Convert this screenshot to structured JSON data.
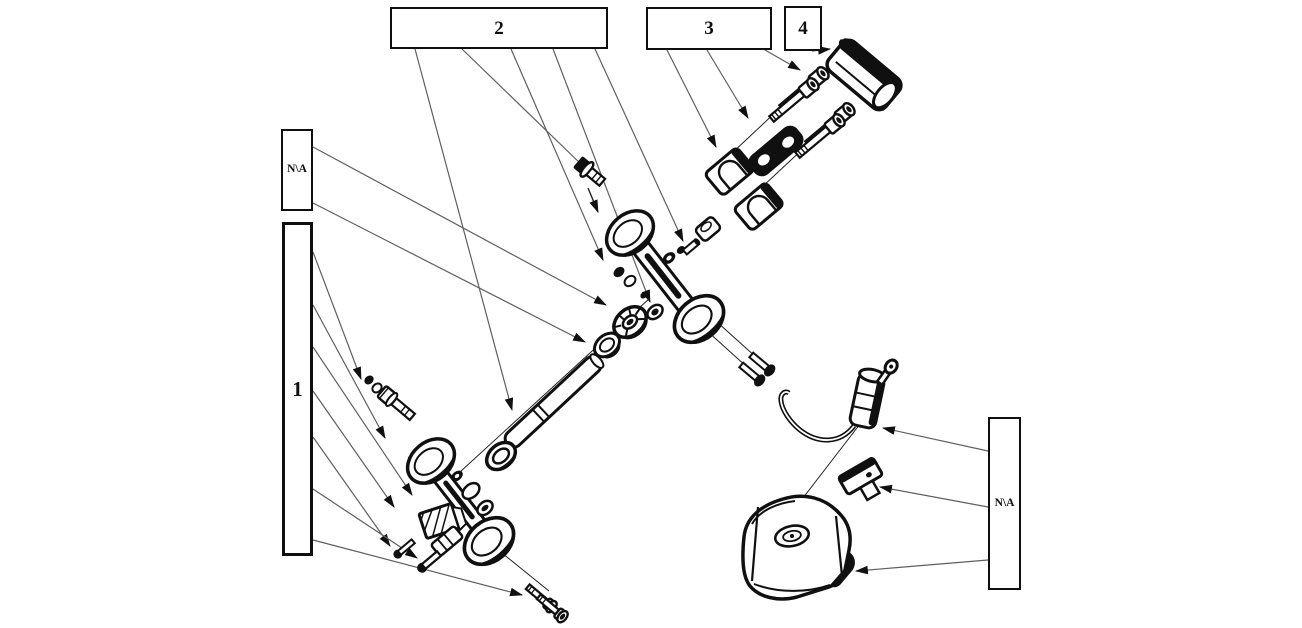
{
  "diagram": {
    "type": "exploded-parts-diagram",
    "callouts": [
      {
        "key": "group-2",
        "label": "2"
      },
      {
        "key": "group-3",
        "label": "3"
      },
      {
        "key": "group-4",
        "label": "4"
      },
      {
        "key": "na-upper-left",
        "label": "N\\A"
      },
      {
        "key": "group-1",
        "label": "1"
      },
      {
        "key": "na-right",
        "label": "N\\A"
      }
    ],
    "colors": {
      "ink": "#101010",
      "leader": "#5f5f5f",
      "background": "#ffffff"
    }
  }
}
